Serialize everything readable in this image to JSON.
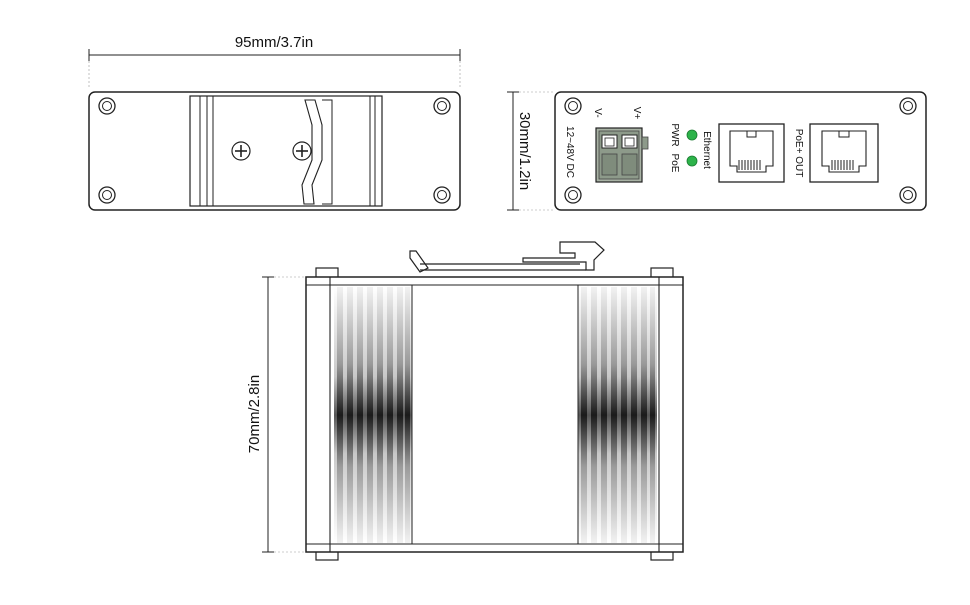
{
  "dimensions": {
    "width_label": "95mm/3.7in",
    "height_label": "30mm/1.2in",
    "length_label": "70mm/2.8in"
  },
  "front_panel": {
    "terminal_top_left": "V-",
    "terminal_top_right": "V+",
    "voltage_label": "12~48V DC",
    "led_pwr_label": "PWR",
    "led_poe_label": "PoE",
    "ethernet_label": "Ethernet",
    "poe_out_label": "PoE+ OUT"
  },
  "colors": {
    "outline": "#222222",
    "led_green": "#2db34a",
    "terminal_green": "#8d9a8a"
  }
}
